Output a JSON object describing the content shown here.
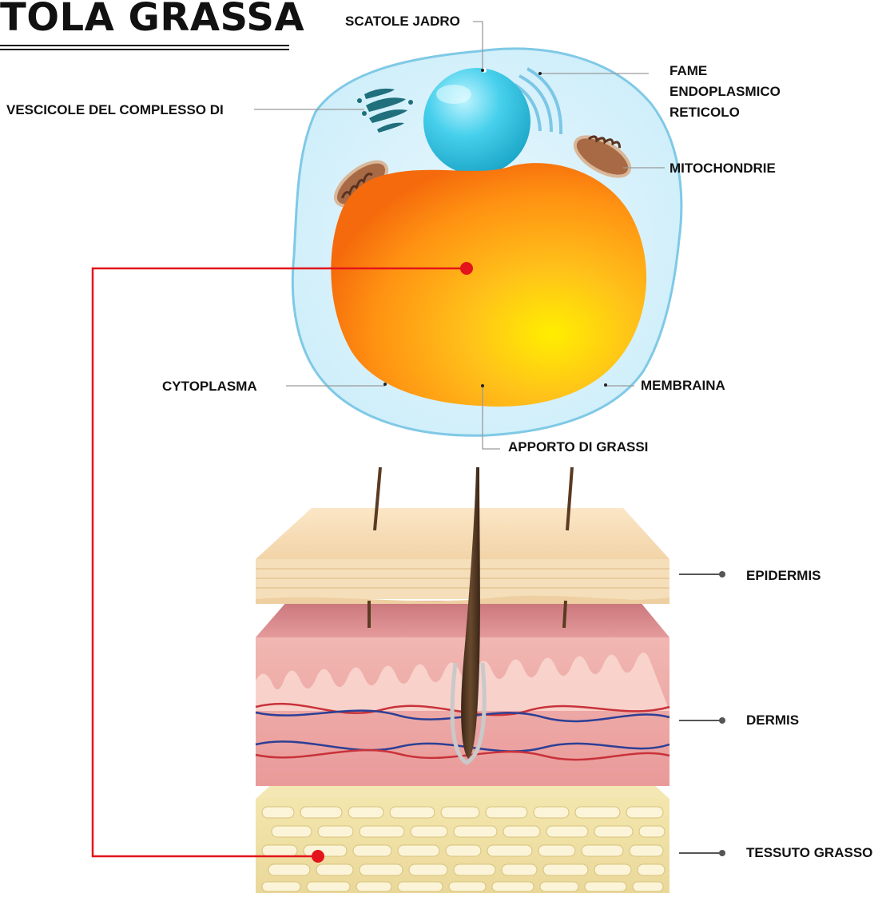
{
  "title": "TOLA GRASSA",
  "cell_labels": {
    "nucleus": "SCATOLE JADRO",
    "golgi": "VESCICOLE DEL COMPLESSO DI",
    "er": "FAME\nENDOPLASMICO\nRETICOLO",
    "mitochondria": "MITOCHONDRIE",
    "cytoplasm": "CYTOPLASMA",
    "membrane": "MEMBRAINA",
    "fat_supply": "APPORTO DI GRASSI"
  },
  "skin_labels": {
    "epidermis": "EPIDERMIS",
    "dermis": "DERMIS",
    "fat_tissue": "TESSUTO GRASSO"
  },
  "colors": {
    "connector_red": "#e3141b",
    "leader_gray": "#9a9a9a",
    "pointer_dark": "#555555",
    "nucleus": "#35c6e3",
    "fat_droplet": "#ff9a10",
    "epidermis": "#f6dcb4",
    "dermis": "#e9a3a0",
    "fat_tissue": "#f1e2a6"
  }
}
